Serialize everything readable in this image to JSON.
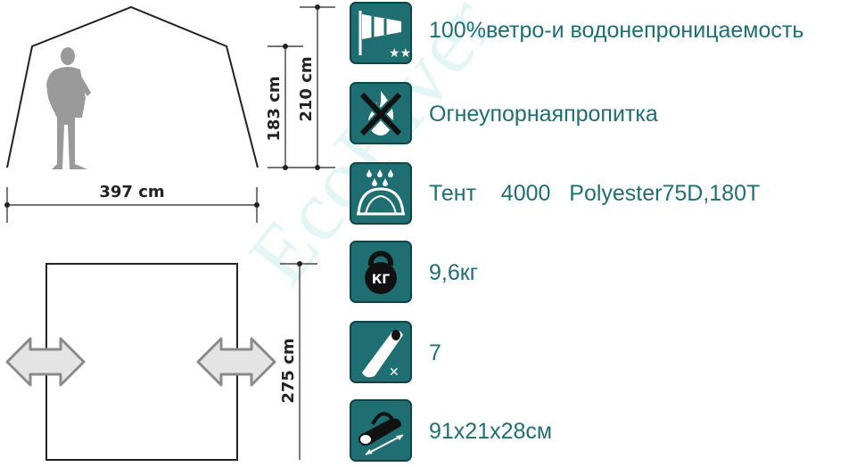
{
  "dimensions": {
    "width": "397 cm",
    "wall_height": "183 cm",
    "peak_height": "210 cm",
    "depth": "275 cm"
  },
  "watermark": "EcoRiver",
  "specs": [
    {
      "icon": "windsock-icon",
      "text": "100%ветро-и водонепроницаемость"
    },
    {
      "icon": "no-fire-icon",
      "text": "Огнеупорнаяпропитка"
    },
    {
      "icon": "tent-rain-icon",
      "text": "Тент    4000   Polyester75D,180T"
    },
    {
      "icon": "kettlebell-icon",
      "text": "9,6кг",
      "icon_label": "КГ"
    },
    {
      "icon": "sleeping-bag-icon",
      "text": "7"
    },
    {
      "icon": "bag-size-icon",
      "text": "91x21x28см"
    }
  ],
  "colors": {
    "icon_bg": "#1f6e72",
    "text": "#1e6f73",
    "outline": "#222222",
    "silhouette": "#9a9a9a",
    "arrow_fill": "#e4e4e4",
    "arrow_stroke": "#8a8a8a"
  }
}
